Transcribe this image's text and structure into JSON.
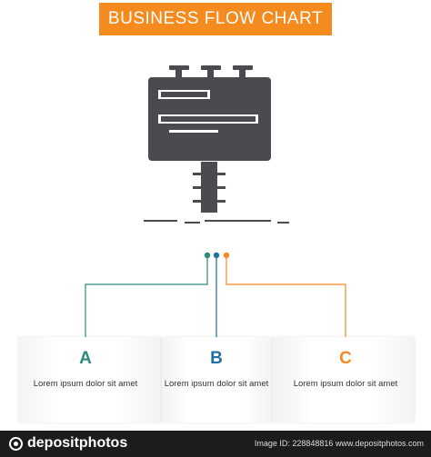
{
  "title": "BUSINESS FLOW CHART",
  "icon_name": "billboard-icon",
  "colors": {
    "banner": "#f58a1f",
    "icon": "#4a4a4f",
    "a": "#2c8a7a",
    "b": "#1f6f9f",
    "c": "#f58a1f"
  },
  "steps": [
    {
      "letter": "A",
      "text": "Lorem ipsum dolor sit amet"
    },
    {
      "letter": "B",
      "text": "Lorem ipsum dolor sit amet"
    },
    {
      "letter": "C",
      "text": "Lorem ipsum dolor sit amet"
    }
  ],
  "footer": {
    "logo": "depositphotos",
    "image_id": "Image ID: 228848816",
    "site": "www.depositphotos.com"
  }
}
